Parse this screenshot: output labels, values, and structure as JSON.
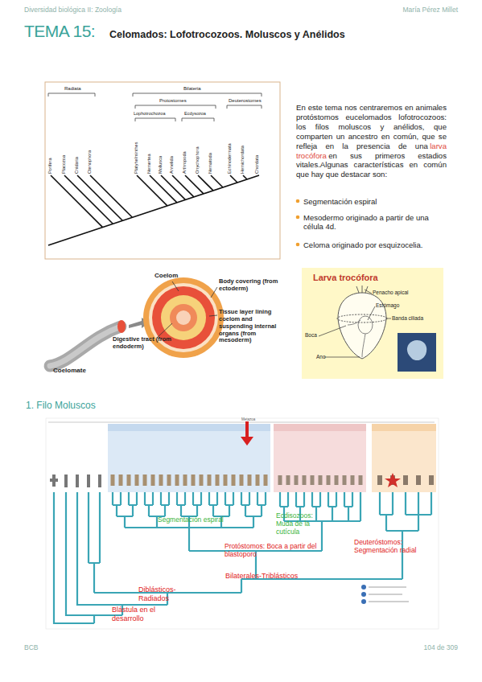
{
  "diagram": {
    "title": "TEMA 15:",
    "nodes": [
      {
        "text": [
          "Larva trocófora",
          "Penacho apical",
          "Estómago",
          "Banda ciliada",
          "Boca",
          "Ano"
        ]
      }
    ],
    "labels": [
      "Diversidad biológica II: Zoología",
      "María Pérez Millet",
      "Celomados: Lofotrocozoos. Moluscos y Anélidos",
      "Radiata",
      "Bilateria",
      "Protostomes",
      "Deuterostomes",
      "Lophotrochozoa",
      "Ecdysozoa",
      "Porifera",
      "Placozoa",
      "Cnidaria",
      "Ctenophora",
      "Platyhelminthes",
      "Nemertea",
      "Mollusca",
      "Annelida",
      "Arthropoda",
      "Onychophora",
      "Nematoda",
      "Echinodermata",
      "Hemichordata",
      "Chordata",
      "En este tema nos centraremos en animales protóstomos eucelomados lofotrocozoos: los filos moluscos y anélidos, que comparten un ancestro en común, que se refleja en la presencia de una",
      "larva trocófora",
      "en sus primeros estadios vitales.Algunas características en común que hay que destacar son:",
      "Segmentación espiral",
      "Mesodermo originado a partir de una célula 4d.",
      "Celoma originado por esquizocelia.",
      "Coelom",
      "Body covering (from ectoderm)",
      "Tissue layer lining coelom and suspending internal organs (from mesoderm)",
      "Digestive tract (from endoderm)",
      "Coelomate",
      "1. Filo Moluscos",
      "Metazoa",
      "Segmentación espiral",
      "Ecdisozoos: Muda de la cutícula",
      "Protóstomos: Boca a partir del blastoporo",
      "Deuteróstomos: Segmentación radial",
      "Bilaterales-Triblásticos",
      "Diblásticos-Radiados",
      "Blástula en el desarrollo",
      "BCB",
      "104 de 309"
    ]
  }
}
